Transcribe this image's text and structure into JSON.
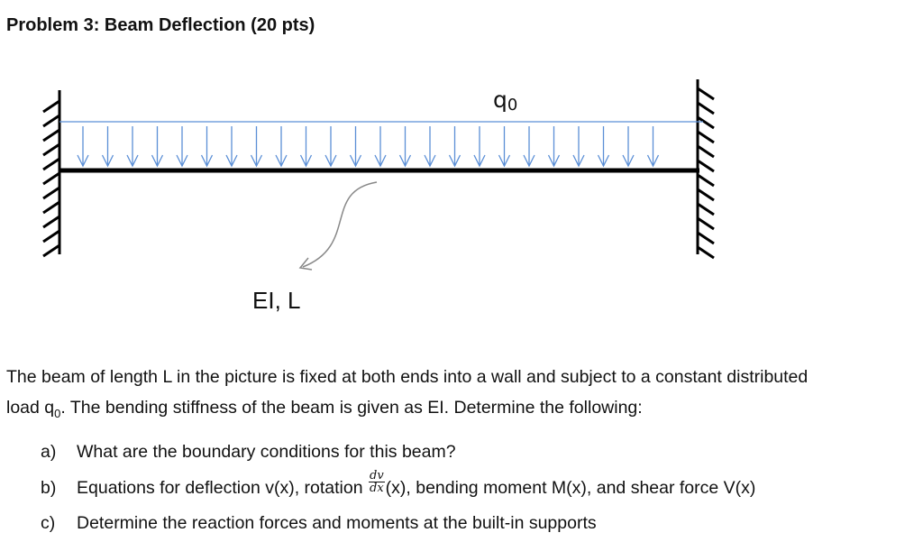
{
  "title": "Problem 3: Beam Deflection (20 pts)",
  "figure": {
    "load_label": "q",
    "load_label_sub": "0",
    "beam_label": "EI, L",
    "colors": {
      "beam": "#000000",
      "load": "#5b8fd6",
      "wall": "#000000",
      "leader": "#888888"
    }
  },
  "description": {
    "line1": "The beam of length L in the picture is fixed at both ends into a wall and subject to a constant distributed",
    "line2_pre": "load q",
    "line2_sub": "0",
    "line2_post": ". The bending stiffness of the beam is given as EI. Determine the following:"
  },
  "questions": {
    "a": {
      "marker": "a)",
      "text": "What are the boundary conditions for this beam?"
    },
    "b": {
      "marker": "b)",
      "text_pre": "Equations for deflection v(x), rotation ",
      "frac_num": "dv",
      "frac_den": "dx",
      "text_post": "(x), bending moment M(x), and shear force V(x)"
    },
    "c": {
      "marker": "c)",
      "text": "Determine the reaction forces and moments at the built-in supports"
    }
  }
}
